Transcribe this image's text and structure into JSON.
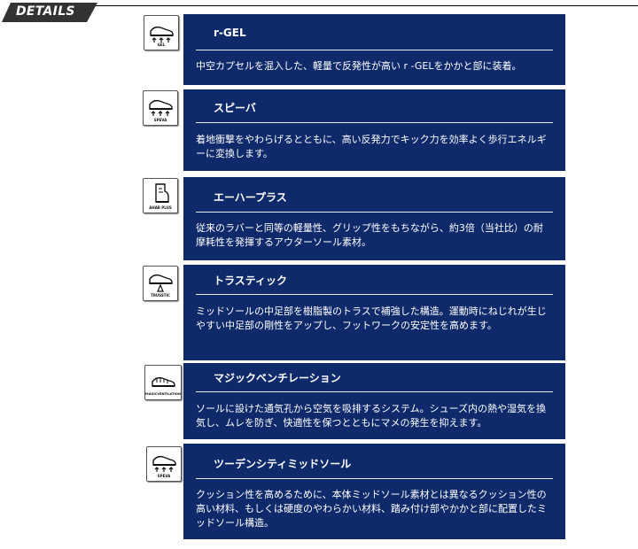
{
  "header": {
    "title": "DETAILS"
  },
  "features": [
    {
      "title": "r-GEL",
      "icon": "gel-shoe-icon",
      "icon_caption": "GEL",
      "description": "中空カプセルを混入した、軽量で反発性が高い r -GELをかかと部に装着。"
    },
    {
      "title": "スピーバ",
      "icon": "speva-shoe-icon",
      "icon_caption": "SPEVA",
      "description": "着地衝撃をやわらげるとともに、高い反発力でキック力を効率よく歩行エネルギーに変換します。"
    },
    {
      "title": "エーハープラス",
      "icon": "ahar-plus-sole-icon",
      "icon_caption": "AHAR PLUS",
      "description": "従来のラバーと同等の軽量性、グリップ性をもちながら、約3倍（当社比）の耐摩耗性を発揮するアウターソール素材。"
    },
    {
      "title": "トラスティック",
      "icon": "trusstic-shoe-icon",
      "icon_caption": "TRUSSTIC",
      "description": "ミッドソールの中足部を樹脂製のトラスで補強した構造。運動時にねじれが生じやすい中足部の剛性をアップし、フットワークの安定性を高めます。"
    },
    {
      "title": "マジックベンチレーション",
      "icon": "magic-ventilation-shoe-icon",
      "icon_caption": "MAGICVENTILATION",
      "description": "ソールに設けた通気孔から空気を吸排するシステム。シューズ内の熱や湿気を換気し、ムレを防ぎ、快適性を保つとともにマメの発生を抑えます。"
    },
    {
      "title": "ツーデンシティミッドソール",
      "icon": "speva-shoe-icon",
      "icon_caption": "SPEVA",
      "description": "クッション性を高めるために、本体ミッドソール素材とは異なるクッション性の高い材料、もしくは硬度のやわらかい材料、踏み付け部やかかと部に配置したミッドソール構造。"
    }
  ],
  "colors": {
    "panel": "#0f2a6b",
    "header_tab": "#333333"
  }
}
